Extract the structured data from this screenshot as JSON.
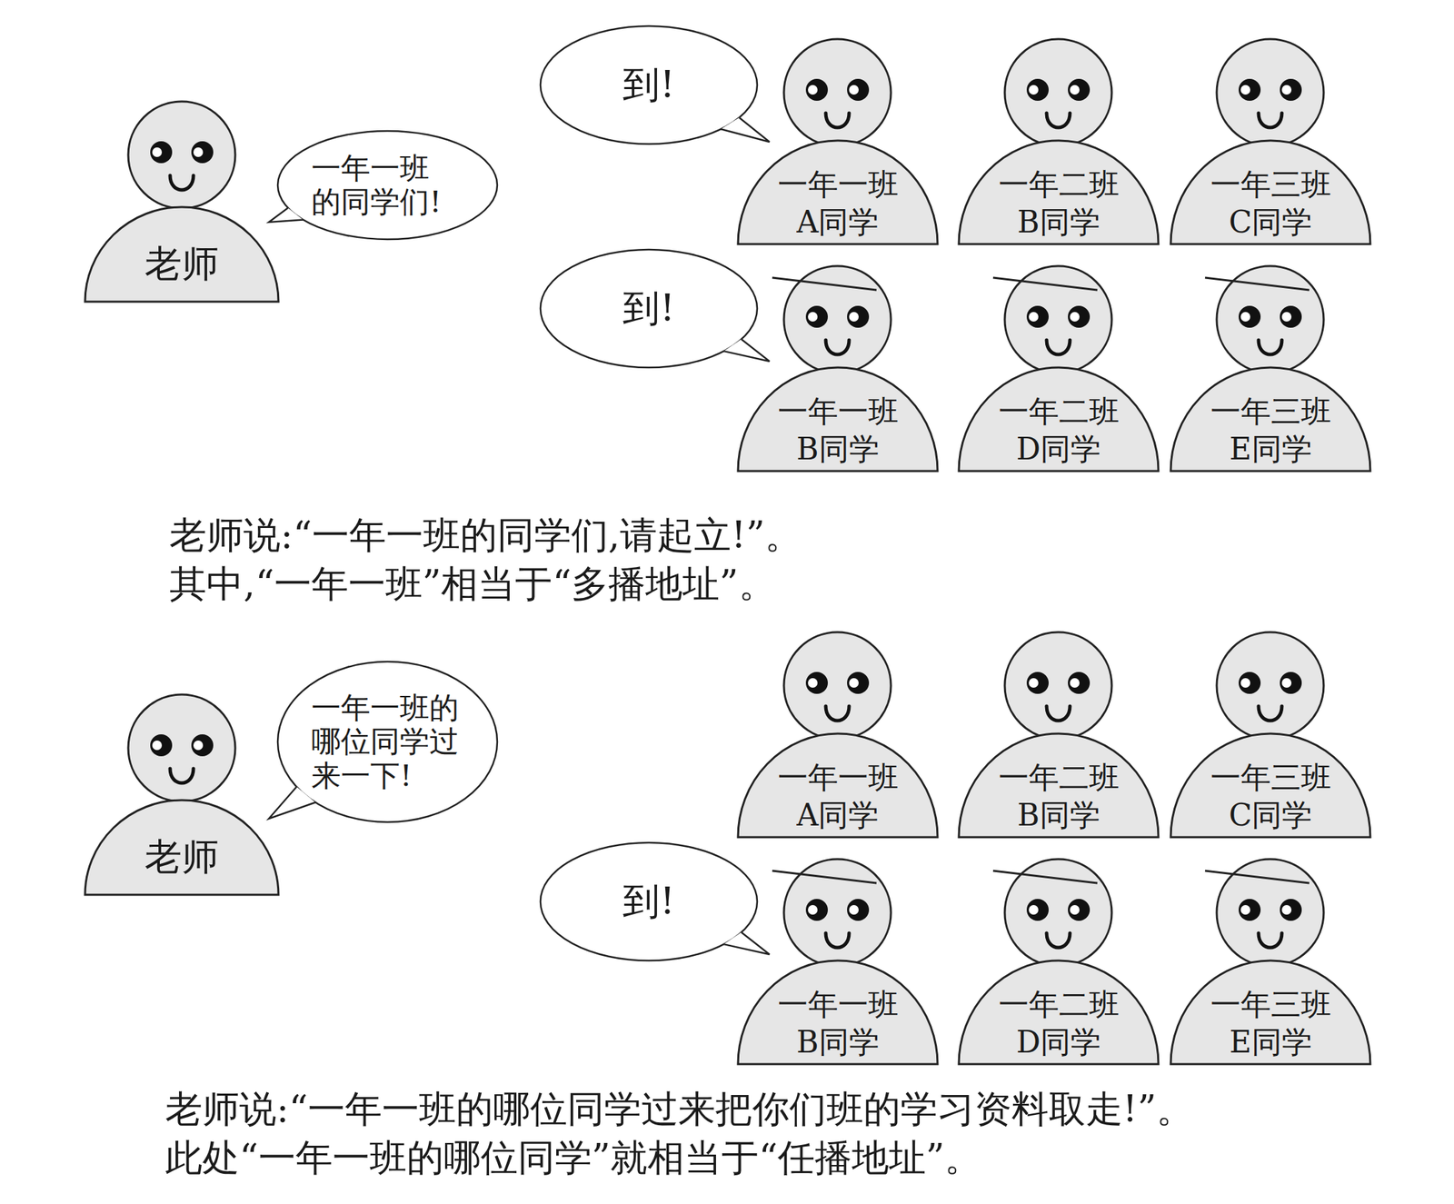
{
  "diagram": {
    "nodes": [
      {
        "text": [
          "老师"
        ]
      },
      {
        "text": [
          "一年一班 的同学们!"
        ]
      },
      {
        "text": [
          "到!"
        ]
      },
      {
        "text": [
          "一年一班",
          "A同学"
        ]
      },
      {
        "text": [
          "一年二班",
          "B同学"
        ]
      },
      {
        "text": [
          "一年三班",
          "C同学"
        ]
      },
      {
        "text": [
          "到!"
        ]
      },
      {
        "text": [
          "一年一班",
          "B同学"
        ]
      },
      {
        "text": [
          "一年二班",
          "D同学"
        ]
      },
      {
        "text": [
          "一年三班",
          "E同学"
        ]
      },
      {
        "text": [
          "老师"
        ]
      },
      {
        "text": [
          "一年一班的 哪位同学过 来一下!"
        ]
      },
      {
        "text": [
          "一年一班",
          "A同学"
        ]
      },
      {
        "text": [
          "一年二班",
          "B同学"
        ]
      },
      {
        "text": [
          "一年三班",
          "C同学"
        ]
      },
      {
        "text": [
          "到!"
        ]
      },
      {
        "text": [
          "一年一班",
          "B同学"
        ]
      },
      {
        "text": [
          "一年二班",
          "D同学"
        ]
      },
      {
        "text": [
          "一年三班",
          "E同学"
        ]
      }
    ],
    "labels": [
      "老师说:“一年一班的同学们,请起立!”。",
      "其中,“一年一班”相当于“多播地址”。",
      "老师说:“一年一班的哪位同学过来把你们班的学习资料取走!”。",
      "此处“一年一班的哪位同学”就相当于“任播地址”。"
    ]
  }
}
